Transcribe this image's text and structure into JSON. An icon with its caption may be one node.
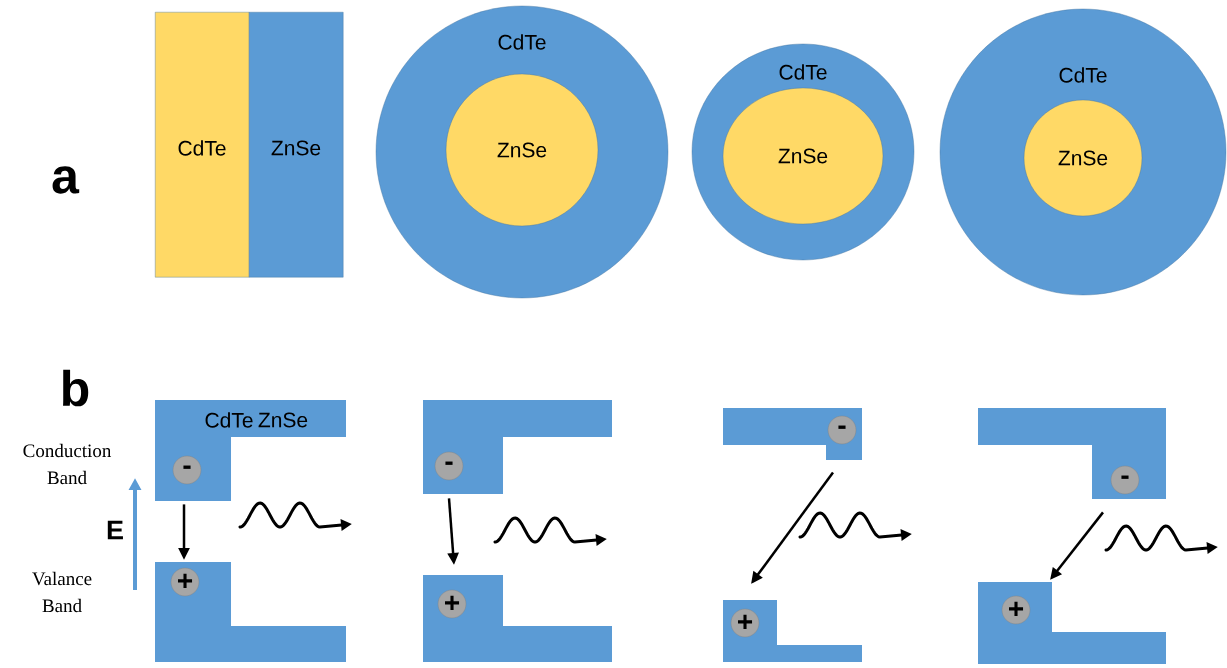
{
  "diagram": {
    "nodes": [
      {
        "text": [
          "CdTe"
        ]
      },
      {
        "text": [
          "ZnSe"
        ]
      },
      {
        "text": [
          "CdTe"
        ]
      },
      {
        "text": [
          "ZnSe"
        ],
        "in": 2
      },
      {
        "text": [
          "CdTe"
        ]
      },
      {
        "text": [
          "ZnSe"
        ],
        "in": 4
      },
      {
        "text": [
          "CdTe"
        ]
      },
      {
        "text": [
          "ZnSe"
        ],
        "in": 6
      },
      {
        "text": [
          "CdTe",
          "ZnSe"
        ]
      },
      {
        "text": [
          "-"
        ],
        "in": 8
      },
      {
        "text": [],
        "shape": "box"
      },
      {
        "text": [
          "+"
        ],
        "in": 10
      },
      {
        "text": [],
        "shape": "box"
      },
      {
        "text": [
          "-"
        ],
        "in": 12
      },
      {
        "text": [],
        "shape": "box"
      },
      {
        "text": [
          "+"
        ],
        "in": 14
      },
      {
        "text": [],
        "shape": "box"
      },
      {
        "text": [
          "-"
        ],
        "in": 16
      },
      {
        "text": [],
        "shape": "box"
      },
      {
        "text": [
          "+"
        ],
        "in": 18
      },
      {
        "text": [],
        "shape": "box"
      },
      {
        "text": [
          "-"
        ],
        "in": 20
      },
      {
        "text": [],
        "shape": "box"
      },
      {
        "text": [
          "+"
        ],
        "in": 22
      }
    ],
    "edges": [
      {
        "from": 8,
        "to": 10,
        "arrow": "to"
      },
      {
        "from": 12,
        "to": 14,
        "arrow": "to"
      },
      {
        "from": 16,
        "to": 18,
        "arrow": "to"
      },
      {
        "from": 20,
        "to": 22,
        "arrow": "to"
      }
    ],
    "labels": [
      "a",
      "b",
      "Conduction Band",
      "Valance Band",
      "E"
    ]
  }
}
